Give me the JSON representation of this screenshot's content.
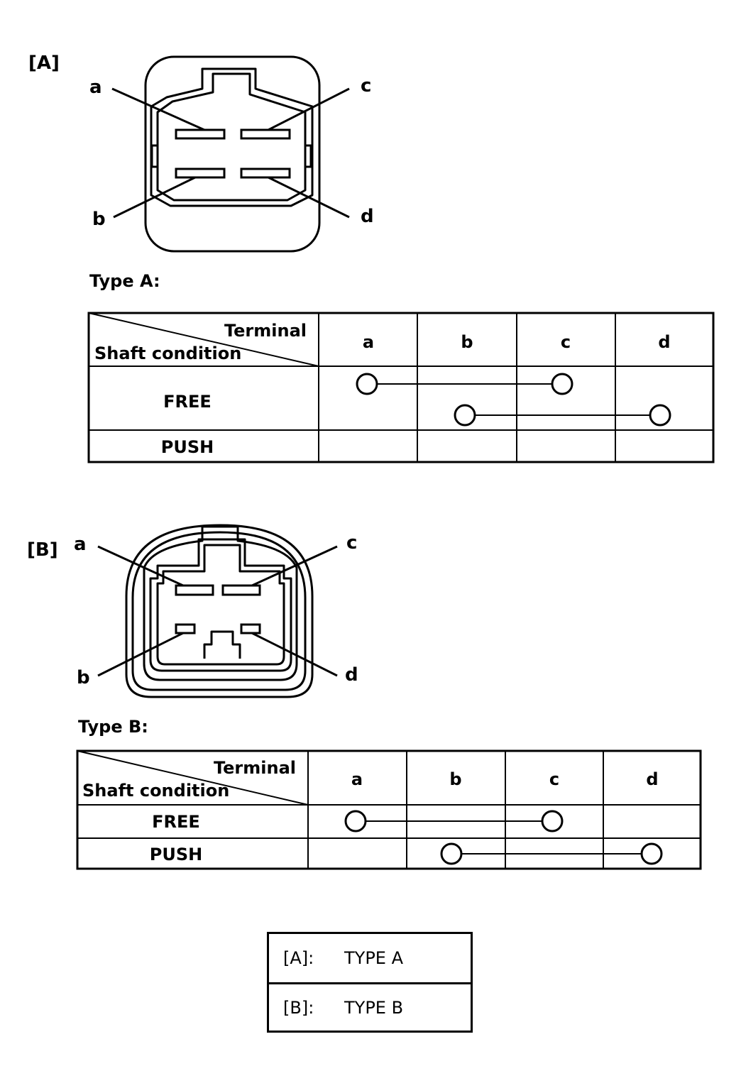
{
  "type_a": {
    "tag": "[A]",
    "title": "Type A:",
    "connector_labels": {
      "a": "a",
      "b": "b",
      "c": "c",
      "d": "d"
    },
    "table": {
      "header_terminal": "Terminal",
      "header_shaft": "Shaft condition",
      "columns": [
        "a",
        "b",
        "c",
        "d"
      ],
      "rows": [
        "FREE",
        "PUSH"
      ],
      "continuity": [
        {
          "condition": "FREE",
          "from": "a",
          "to": "c"
        },
        {
          "condition": "FREE",
          "from": "b",
          "to": "d"
        }
      ]
    }
  },
  "type_b": {
    "tag": "[B]",
    "title": "Type B:",
    "connector_labels": {
      "a": "a",
      "b": "b",
      "c": "c",
      "d": "d"
    },
    "table": {
      "header_terminal": "Terminal",
      "header_shaft": "Shaft condition",
      "columns": [
        "a",
        "b",
        "c",
        "d"
      ],
      "rows": [
        "FREE",
        "PUSH"
      ],
      "continuity": [
        {
          "condition": "FREE",
          "from": "a",
          "to": "c"
        },
        {
          "condition": "PUSH",
          "from": "b",
          "to": "d"
        }
      ]
    }
  },
  "legend": [
    {
      "key": "[A]:",
      "value": "TYPE A"
    },
    {
      "key": "[B]:",
      "value": "TYPE B"
    }
  ]
}
